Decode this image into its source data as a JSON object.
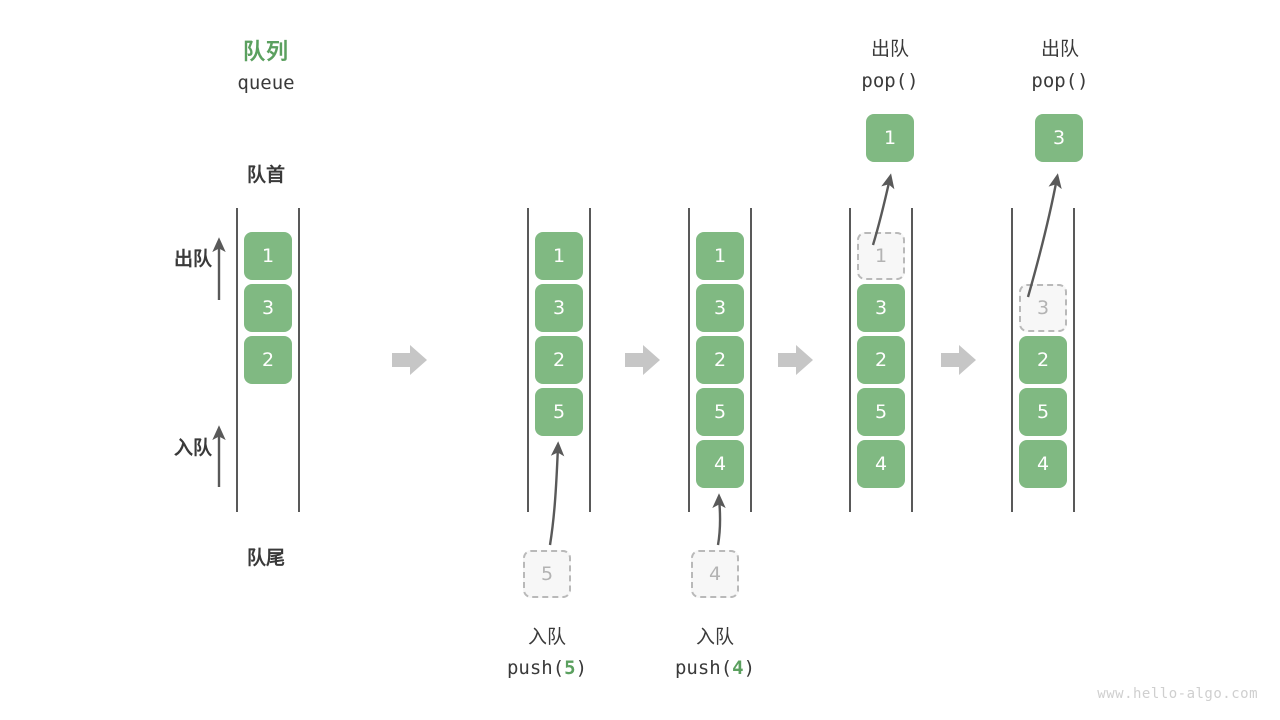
{
  "watermark": "www.hello-algo.com",
  "colors": {
    "accent_green": "#80b982",
    "title_green": "#5ba05f",
    "text_dark": "#3a3a3a",
    "ghost_fill": "#f7f7f7",
    "ghost_border": "#b9b9b9",
    "ghost_text": "#b3b3b3",
    "rail": "#595959",
    "arrow_gray": "#595959",
    "step_arrow": "#c6c6c6",
    "watermark": "#cfcfcf"
  },
  "header": {
    "title_cn": "队列",
    "title_code": "queue"
  },
  "annotations": {
    "front_label": "队首",
    "rear_label": "队尾",
    "dequeue_label": "出队",
    "enqueue_label": "入队"
  },
  "chart_data": {
    "type": "diagram",
    "title": "队列 queue",
    "description": "Queue push/pop operations shown as five sequential states",
    "columns": [
      {
        "id": "state-initial",
        "header_cn": "队列",
        "header_code": "queue",
        "items": [
          {
            "value": "1",
            "state": "filled"
          },
          {
            "value": "3",
            "state": "filled"
          },
          {
            "value": "2",
            "state": "filled"
          }
        ],
        "caption_cn": "",
        "caption_code": ""
      },
      {
        "id": "state-push-5",
        "header_cn": "",
        "header_code": "",
        "items": [
          {
            "value": "1",
            "state": "filled"
          },
          {
            "value": "3",
            "state": "filled"
          },
          {
            "value": "2",
            "state": "filled"
          },
          {
            "value": "5",
            "state": "filled"
          }
        ],
        "incoming": {
          "value": "5",
          "state": "ghost"
        },
        "caption_cn": "入队",
        "caption_code_prefix": "push(",
        "caption_code_arg": "5",
        "caption_code_suffix": ")"
      },
      {
        "id": "state-push-4",
        "header_cn": "",
        "header_code": "",
        "items": [
          {
            "value": "1",
            "state": "filled"
          },
          {
            "value": "3",
            "state": "filled"
          },
          {
            "value": "2",
            "state": "filled"
          },
          {
            "value": "5",
            "state": "filled"
          },
          {
            "value": "4",
            "state": "filled"
          }
        ],
        "incoming": {
          "value": "4",
          "state": "ghost"
        },
        "caption_cn": "入队",
        "caption_code_prefix": "push(",
        "caption_code_arg": "4",
        "caption_code_suffix": ")"
      },
      {
        "id": "state-pop-1",
        "header_cn": "出队",
        "header_code": "pop()",
        "popped": {
          "value": "1",
          "state": "filled"
        },
        "items": [
          {
            "value": "1",
            "state": "ghost"
          },
          {
            "value": "3",
            "state": "filled"
          },
          {
            "value": "2",
            "state": "filled"
          },
          {
            "value": "5",
            "state": "filled"
          },
          {
            "value": "4",
            "state": "filled"
          }
        ],
        "caption_cn": "",
        "caption_code": ""
      },
      {
        "id": "state-pop-3",
        "header_cn": "出队",
        "header_code": "pop()",
        "popped": {
          "value": "3",
          "state": "filled"
        },
        "items": [
          {
            "value": "",
            "state": "empty"
          },
          {
            "value": "3",
            "state": "ghost"
          },
          {
            "value": "2",
            "state": "filled"
          },
          {
            "value": "5",
            "state": "filled"
          },
          {
            "value": "4",
            "state": "filled"
          }
        ],
        "caption_cn": "",
        "caption_code": ""
      }
    ],
    "step_arrows": 4
  }
}
